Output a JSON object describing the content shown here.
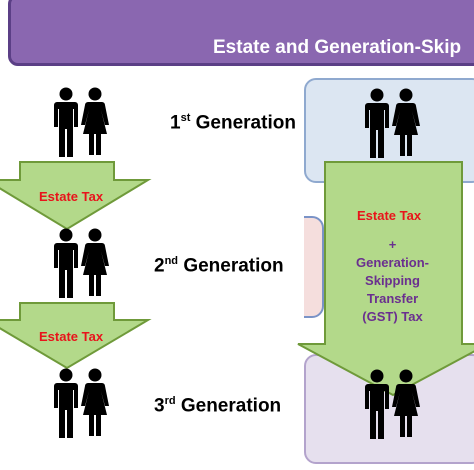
{
  "banner": {
    "title": "Estate and Generation-Skip"
  },
  "generations": [
    {
      "num": "1",
      "suffix": "st",
      "word": "Generation"
    },
    {
      "num": "2",
      "suffix": "nd",
      "word": "Generation"
    },
    {
      "num": "3",
      "suffix": "rd",
      "word": "Generation"
    }
  ],
  "left_arrows": [
    {
      "label": "Estate Tax"
    },
    {
      "label": "Estate Tax"
    }
  ],
  "skip_arrow": {
    "tax": "Estate Tax",
    "plus": "+",
    "gst_lines": [
      "Generation-",
      "Skipping",
      "Transfer",
      "(GST) Tax"
    ]
  },
  "colors": {
    "banner": "#8a67b0",
    "arrow_fill": "#b3d98a",
    "arrow_stroke": "#6f9a3a",
    "tax_text": "#e8141b",
    "gst_text": "#6a2f8f"
  }
}
